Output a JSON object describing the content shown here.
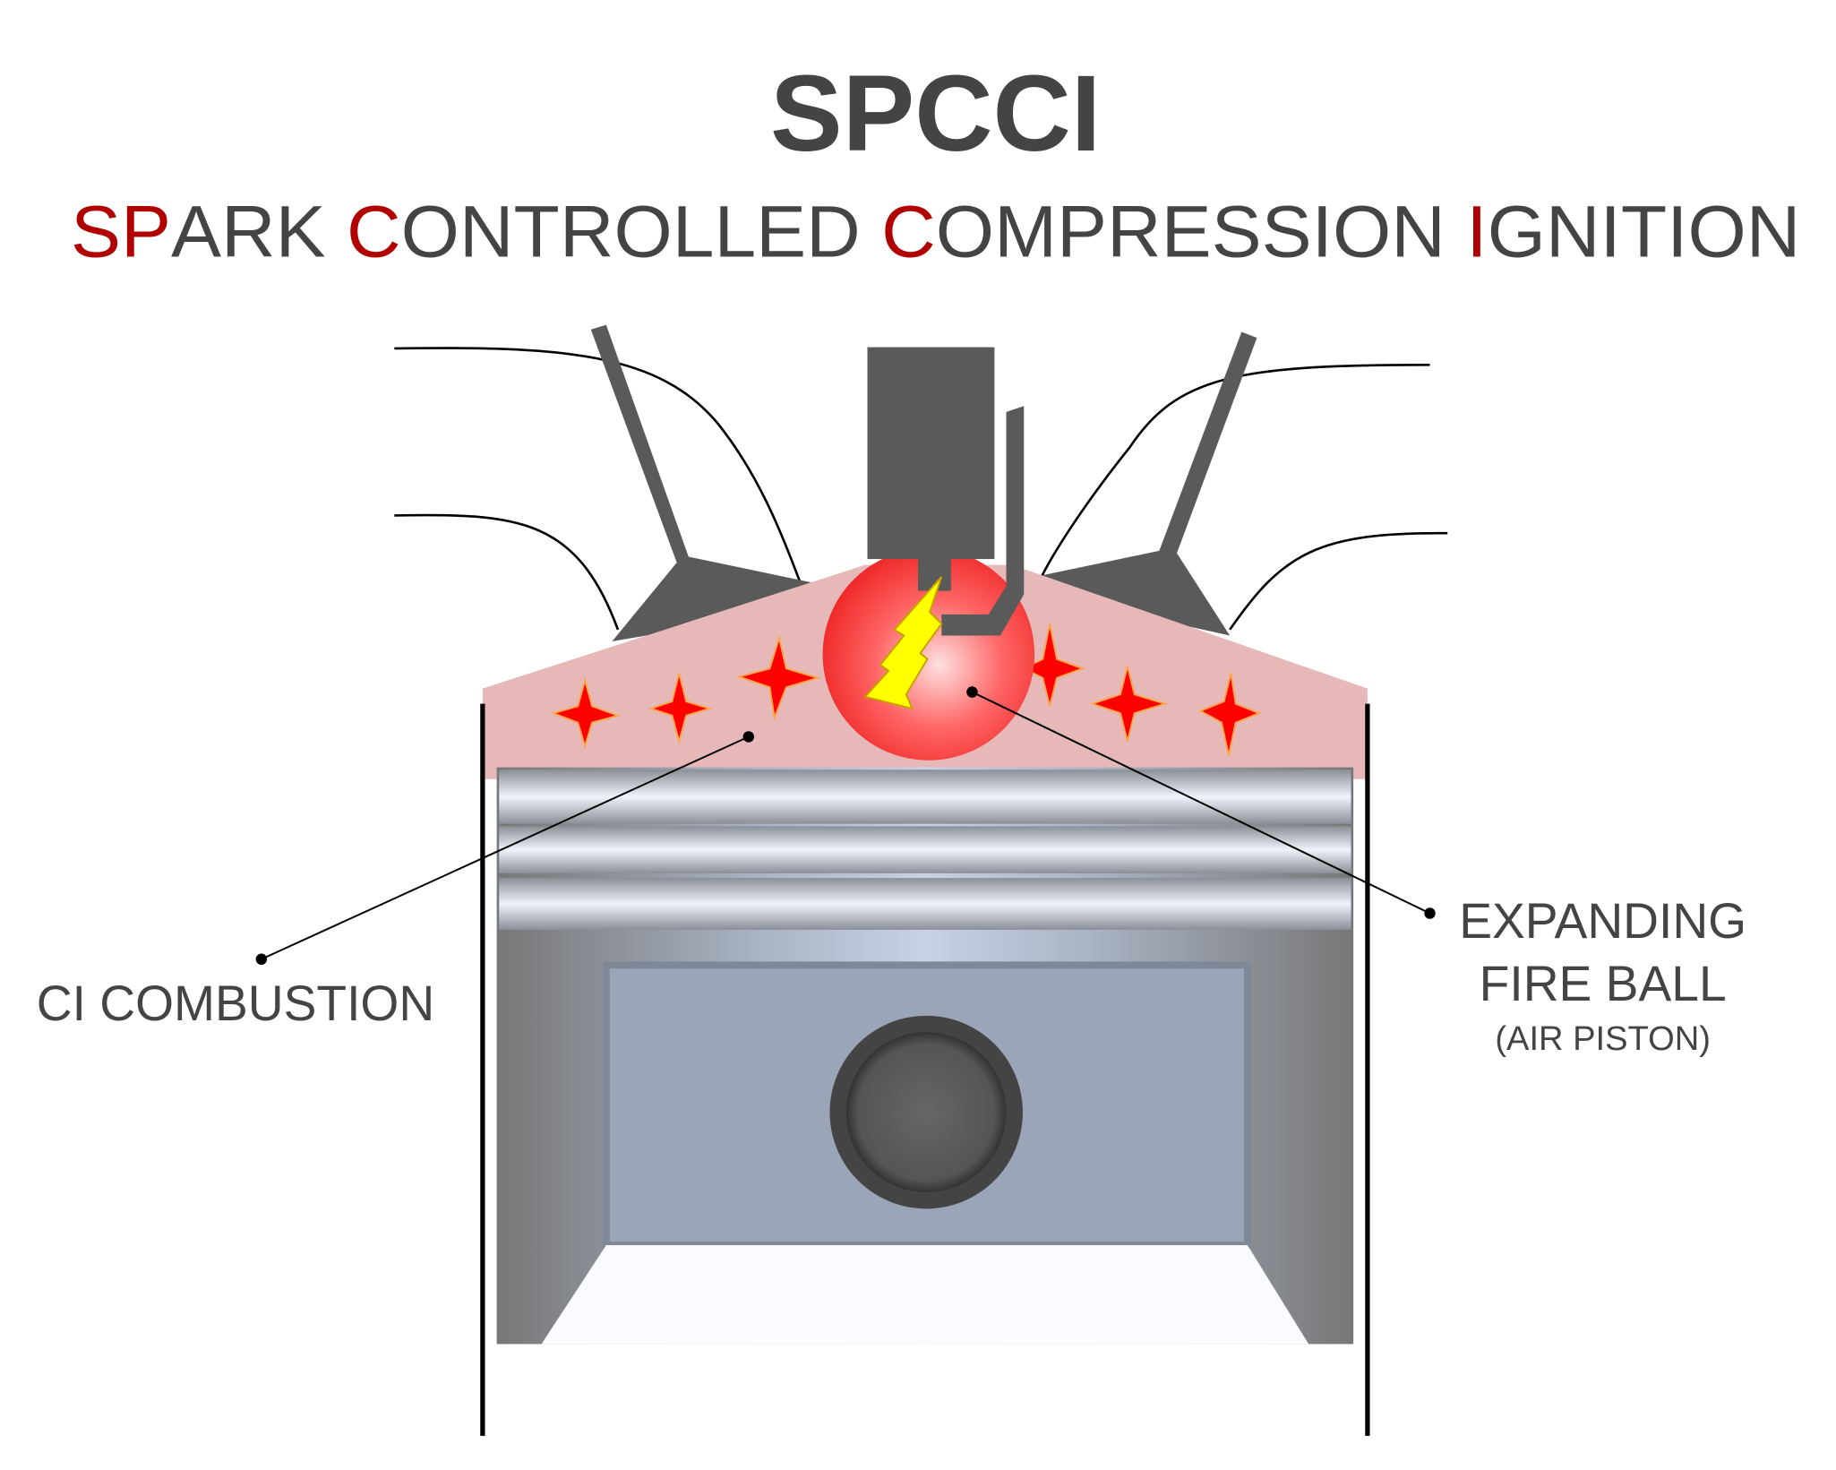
{
  "title": "SPCCI",
  "subtitle": {
    "parts": [
      {
        "text": "SP",
        "highlight": true
      },
      {
        "text": "ARK ",
        "highlight": false
      },
      {
        "text": "C",
        "highlight": true
      },
      {
        "text": "ONTROLLED ",
        "highlight": false
      },
      {
        "text": "C",
        "highlight": true
      },
      {
        "text": "OMPRESSION ",
        "highlight": false
      },
      {
        "text": "I",
        "highlight": true
      },
      {
        "text": "GNITION",
        "highlight": false
      }
    ]
  },
  "labels": {
    "ci_combustion": "CI COMBUSTION",
    "fire_ball_line1": "EXPANDING",
    "fire_ball_line2": "FIRE BALL",
    "fire_ball_note": "(AIR PISTON)"
  },
  "colors": {
    "accent": "#b00000",
    "text": "#444444",
    "chamber": "#e6b8b8",
    "metal": "#5a5a5a"
  }
}
